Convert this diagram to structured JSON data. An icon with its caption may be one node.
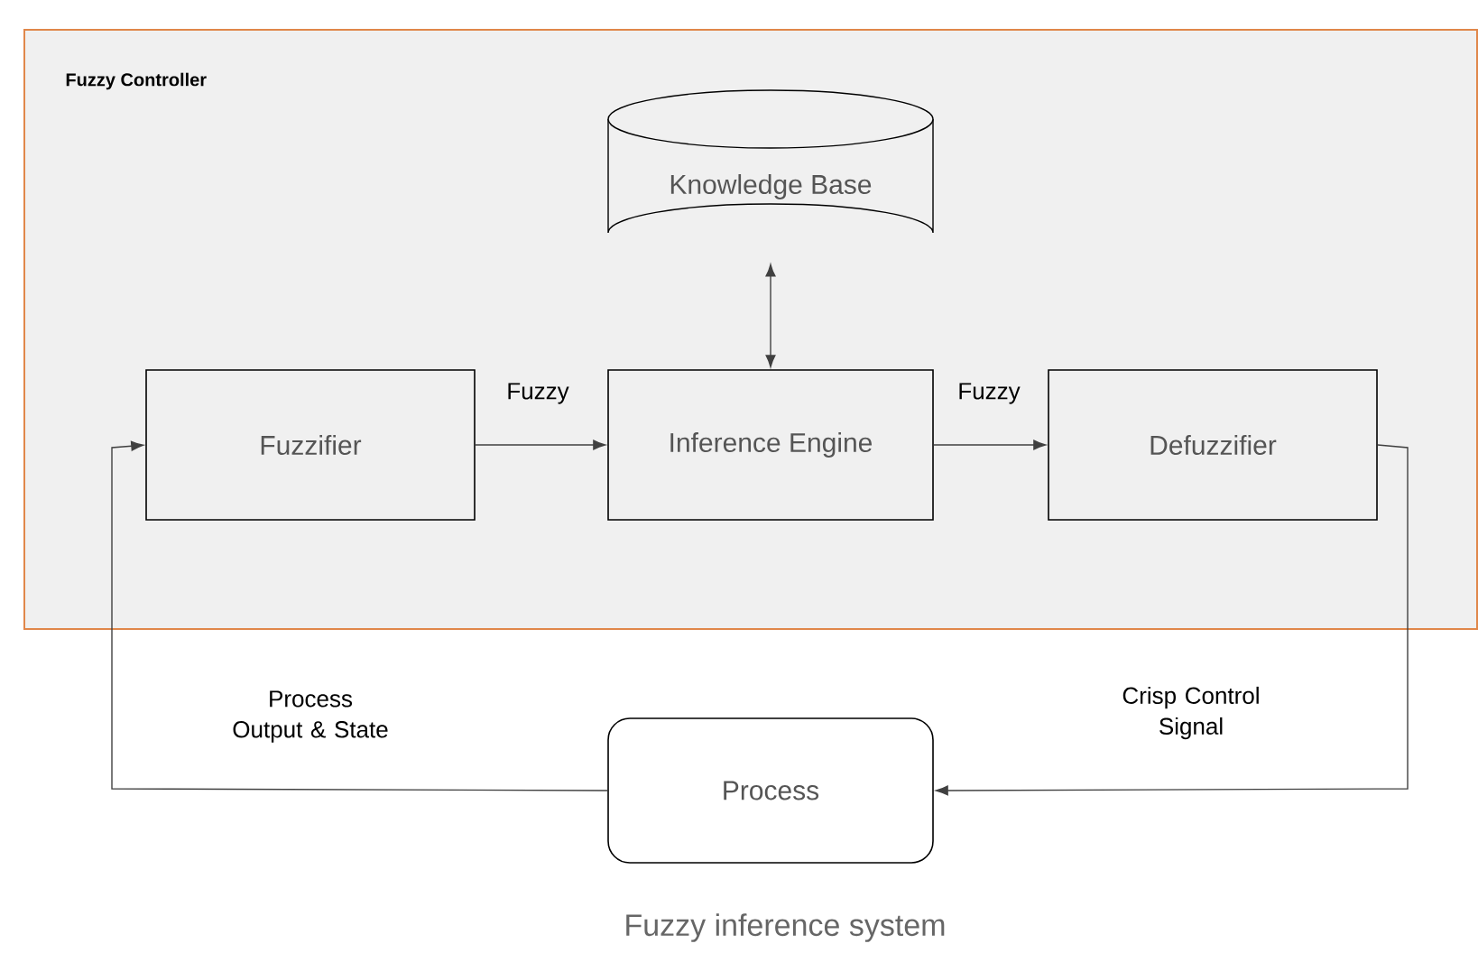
{
  "diagram": {
    "caption": "Fuzzy inference system",
    "nodes": [
      {
        "text": [
          "Fuzzy Controller"
        ]
      },
      {
        "text": [
          "Knowledge Base"
        ],
        "in": 0
      },
      {
        "text": [
          "Fuzzifier"
        ],
        "in": 0
      },
      {
        "text": [
          "Inference Engine"
        ],
        "in": 0
      },
      {
        "text": [
          "Defuzzifier"
        ],
        "in": 0
      },
      {
        "text": [
          "Process"
        ]
      }
    ],
    "edges": [
      {
        "from": 3,
        "to": 1,
        "arrow": "both"
      },
      {
        "from": 2,
        "to": 3,
        "arrow": "to",
        "label": "Fuzzy"
      },
      {
        "from": 3,
        "to": 4,
        "arrow": "to",
        "label": "Fuzzy"
      },
      {
        "from": 4,
        "to": 5,
        "arrow": "to",
        "label": "Crisp Control Signal"
      },
      {
        "from": 5,
        "to": 2,
        "arrow": "to",
        "label": "Process Output & State"
      }
    ]
  }
}
